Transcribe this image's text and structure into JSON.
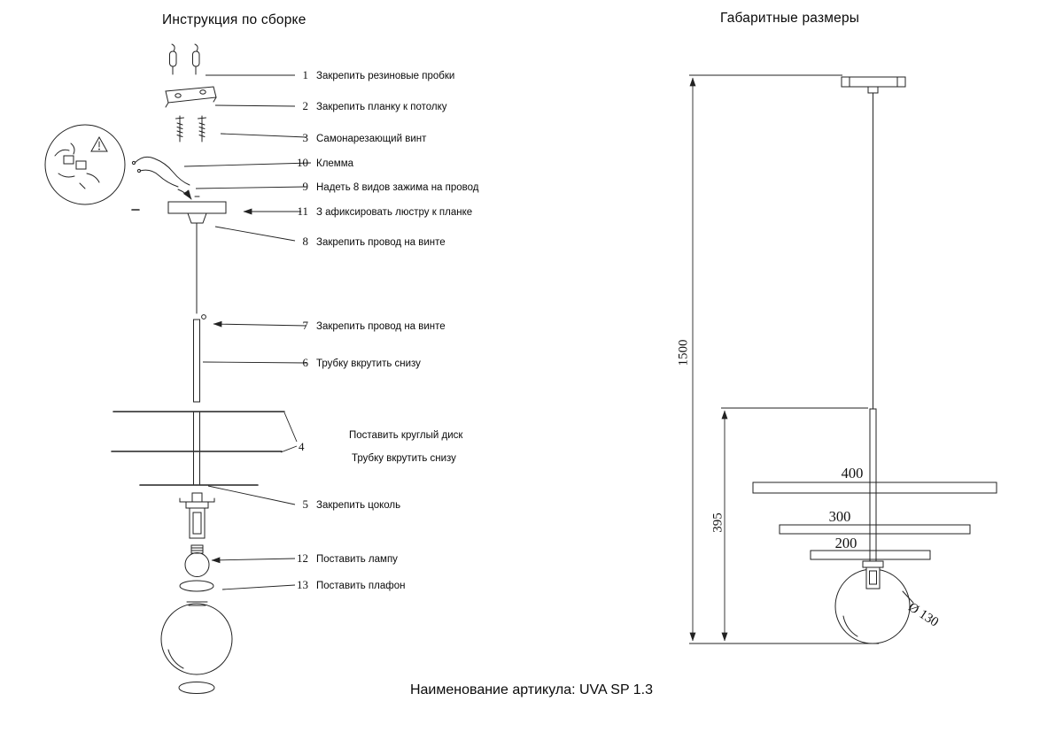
{
  "left": {
    "title": "Инструкция по сборке",
    "callouts": [
      {
        "num": "1",
        "text": "Закрепить резиновые пробки"
      },
      {
        "num": "2",
        "text": "Закрепить планку к потолку"
      },
      {
        "num": "3",
        "text": "Самонарезающий винт"
      },
      {
        "num": "10",
        "text": "Клемма"
      },
      {
        "num": "9",
        "text": "Надеть 8 видов зажима на провод"
      },
      {
        "num": "11",
        "text": "З афиксировать люстру к планке"
      },
      {
        "num": "8",
        "text": "Закрепить провод на винте"
      },
      {
        "num": "7",
        "text": "Закрепить провод на винте"
      },
      {
        "num": "6",
        "text": "Трубку вкрутить снизу"
      },
      {
        "num": "4",
        "text1": "Поставить круглый диск",
        "text2": "Трубку вкрутить снизу"
      },
      {
        "num": "5",
        "text": "Закрепить цоколь"
      },
      {
        "num": "12",
        "text": "Поставить лампу"
      },
      {
        "num": "13",
        "text": "Поставить плафон"
      }
    ]
  },
  "right": {
    "title": "Габаритные размеры",
    "dims": {
      "overall": "1500",
      "lower": "395",
      "disk1": "400",
      "disk2": "300",
      "disk3": "200",
      "globe": "Ø 130"
    }
  },
  "footer": {
    "article": "Наименование артикула: UVA SP 1.3"
  }
}
